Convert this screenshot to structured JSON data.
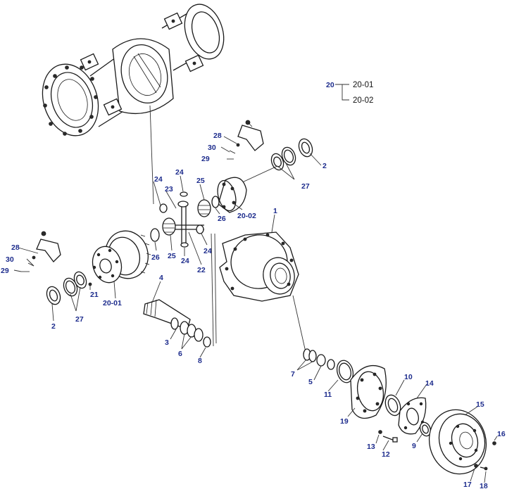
{
  "legend": {
    "parent": "20",
    "children": [
      "20-01",
      "20-02"
    ]
  },
  "callouts": [
    {
      "id": "c-1",
      "label": "1"
    },
    {
      "id": "c-2-right",
      "label": "2"
    },
    {
      "id": "c-2-left",
      "label": "2"
    },
    {
      "id": "c-3",
      "label": "3"
    },
    {
      "id": "c-4",
      "label": "4"
    },
    {
      "id": "c-5",
      "label": "5"
    },
    {
      "id": "c-6",
      "label": "6"
    },
    {
      "id": "c-7",
      "label": "7"
    },
    {
      "id": "c-8",
      "label": "8"
    },
    {
      "id": "c-9",
      "label": "9"
    },
    {
      "id": "c-10",
      "label": "10"
    },
    {
      "id": "c-11",
      "label": "11"
    },
    {
      "id": "c-12",
      "label": "12"
    },
    {
      "id": "c-13",
      "label": "13"
    },
    {
      "id": "c-14",
      "label": "14"
    },
    {
      "id": "c-15",
      "label": "15"
    },
    {
      "id": "c-16",
      "label": "16"
    },
    {
      "id": "c-17",
      "label": "17"
    },
    {
      "id": "c-18",
      "label": "18"
    },
    {
      "id": "c-19",
      "label": "19"
    },
    {
      "id": "c-20-01",
      "label": "20-01"
    },
    {
      "id": "c-20-02",
      "label": "20-02"
    },
    {
      "id": "c-21",
      "label": "21"
    },
    {
      "id": "c-22",
      "label": "22"
    },
    {
      "id": "c-23",
      "label": "23"
    },
    {
      "id": "c-24-a",
      "label": "24"
    },
    {
      "id": "c-24-b",
      "label": "24"
    },
    {
      "id": "c-24-c",
      "label": "24"
    },
    {
      "id": "c-24-d",
      "label": "24"
    },
    {
      "id": "c-25-a",
      "label": "25"
    },
    {
      "id": "c-25-b",
      "label": "25"
    },
    {
      "id": "c-26-a",
      "label": "26"
    },
    {
      "id": "c-26-b",
      "label": "26"
    },
    {
      "id": "c-27-right",
      "label": "27"
    },
    {
      "id": "c-27-left",
      "label": "27"
    },
    {
      "id": "c-28-right",
      "label": "28"
    },
    {
      "id": "c-28-left",
      "label": "28"
    },
    {
      "id": "c-29-right",
      "label": "29"
    },
    {
      "id": "c-29-left",
      "label": "29"
    },
    {
      "id": "c-30-right",
      "label": "30"
    },
    {
      "id": "c-30-left",
      "label": "30"
    }
  ]
}
